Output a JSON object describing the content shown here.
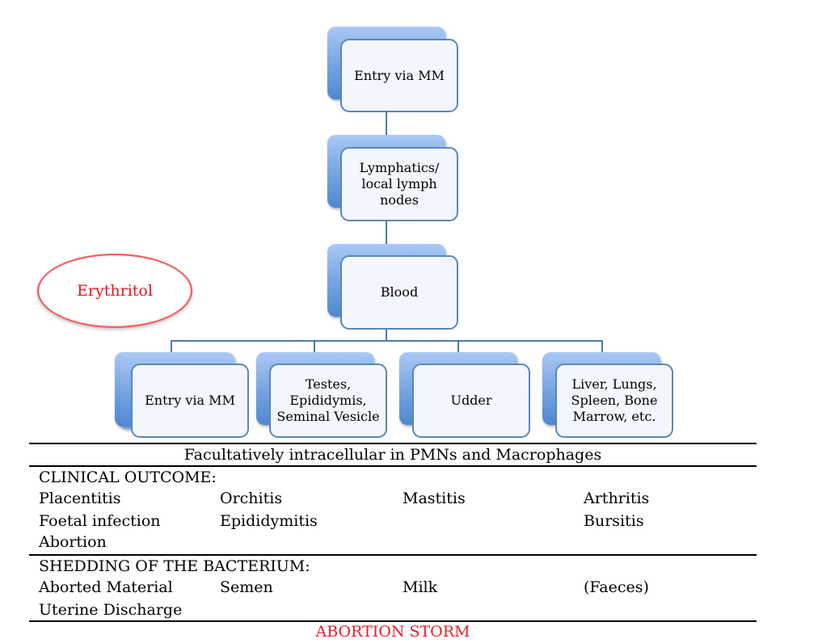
{
  "flowchart": {
    "nodes": [
      {
        "id": "entry-top",
        "label": "Entry via MM"
      },
      {
        "id": "lymphatics",
        "label": "Lymphatics/\nlocal lymph\nnodes"
      },
      {
        "id": "blood",
        "label": "Blood"
      },
      {
        "id": "entry-bottom",
        "label": "Entry via MM"
      },
      {
        "id": "testes",
        "label": "Testes,\nEpididymis,\nSeminal Vesicle"
      },
      {
        "id": "udder",
        "label": "Udder"
      },
      {
        "id": "organs",
        "label": "Liver, Lungs,\nSpleen, Bone\nMarrow, etc."
      }
    ],
    "annotation": "Erythritol",
    "colors": {
      "box_fill": "#f3f6fc",
      "box_border": "#5a86bb",
      "shadow_gradient": "#4d87d1",
      "connector": "#4f7bab",
      "annotation": "#e8121b"
    }
  },
  "table": {
    "intracellular_note": "Facultatively intracellular in PMNs and Macrophages",
    "clinical": {
      "heading": "CLINICAL OUTCOME:",
      "columns": [
        [
          "Placentitis",
          "Foetal infection",
          "Abortion"
        ],
        [
          "Orchitis",
          "Epididymitis"
        ],
        [
          "Mastitis"
        ],
        [
          "Arthritis",
          "Bursitis"
        ]
      ]
    },
    "shedding": {
      "heading": "SHEDDING OF THE BACTERIUM:",
      "columns": [
        [
          "Aborted Material",
          "Uterine Discharge"
        ],
        [
          "Semen"
        ],
        [
          "Milk"
        ],
        [
          "(Faeces)"
        ]
      ]
    },
    "footer": "ABORTION STORM",
    "footer_color": "#ee1c25"
  }
}
